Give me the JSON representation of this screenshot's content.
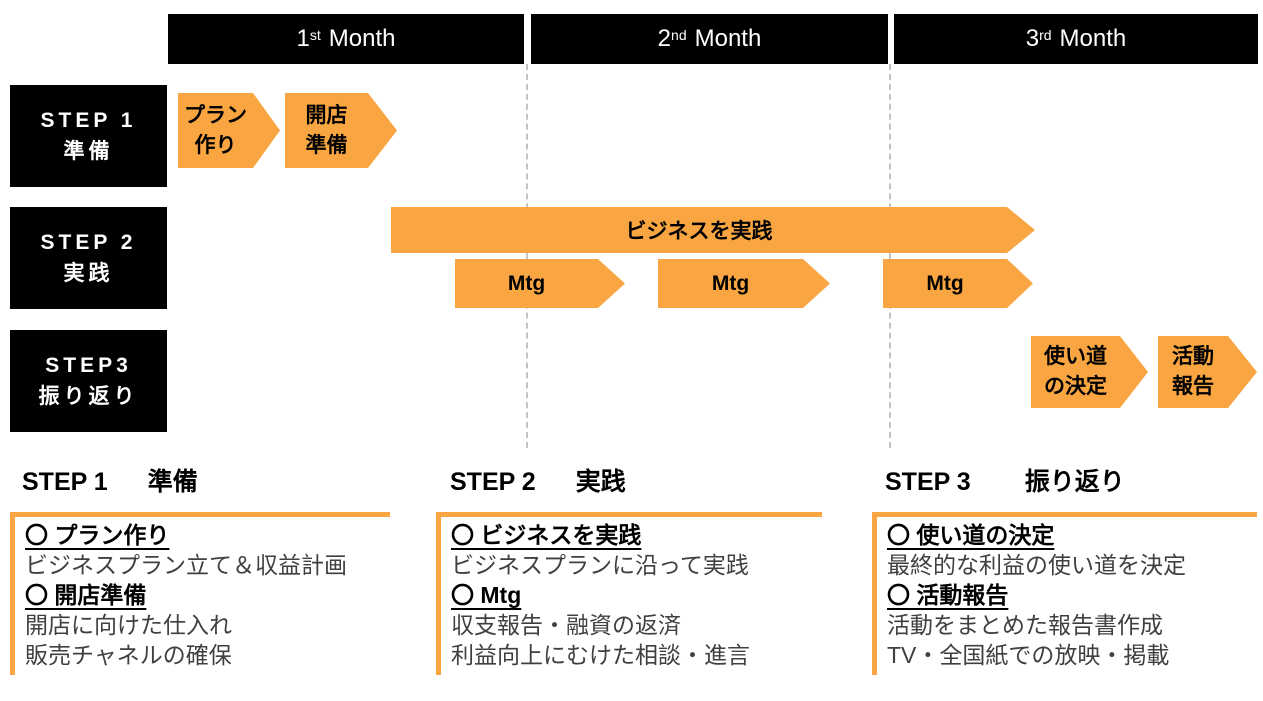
{
  "colors": {
    "accent_orange": "#F9A642",
    "header_black": "#000000",
    "body_text": "#404040",
    "divider_gray": "#C3C3C3"
  },
  "months": [
    {
      "number": "1",
      "ordinal": "st",
      "word": "Month"
    },
    {
      "number": "2",
      "ordinal": "nd",
      "word": "Month"
    },
    {
      "number": "3",
      "ordinal": "rd",
      "word": "Month"
    }
  ],
  "steps": [
    {
      "label": "STEP 1",
      "name": "準備"
    },
    {
      "label": "STEP 2",
      "name": "実践"
    },
    {
      "label": "STEP3",
      "name": "振り返り"
    }
  ],
  "gantt": {
    "step1_arrows": [
      {
        "line1": "プラン",
        "line2": "作り"
      },
      {
        "line1": "開店",
        "line2": "準備"
      }
    ],
    "step2_bar": "ビジネスを実践",
    "mtg_labels": [
      "Mtg",
      "Mtg",
      "Mtg"
    ],
    "step3_arrows": [
      {
        "line1": "使い道",
        "line2": "の決定"
      },
      {
        "line1": "活動",
        "line2": "報告"
      }
    ]
  },
  "details": [
    {
      "label": "STEP 1",
      "name": "準備",
      "items": [
        {
          "heading": "〇 プラン作り",
          "lines": [
            "ビジネスプラン立て＆収益計画"
          ]
        },
        {
          "heading": "〇 開店準備",
          "lines": [
            "開店に向けた仕入れ",
            "販売チャネルの確保"
          ]
        }
      ]
    },
    {
      "label": "STEP 2",
      "name": "実践",
      "items": [
        {
          "heading": "〇 ビジネスを実践",
          "lines": [
            "ビジネスプランに沿って実践"
          ]
        },
        {
          "heading": "〇 Mtg",
          "lines": [
            "収支報告・融資の返済",
            "利益向上にむけた相談・進言"
          ]
        }
      ]
    },
    {
      "label": "STEP 3",
      "name": "振り返り",
      "items": [
        {
          "heading": "〇 使い道の決定",
          "lines": [
            "最終的な利益の使い道を決定"
          ]
        },
        {
          "heading": "〇 活動報告",
          "lines": [
            "活動をまとめた報告書作成",
            "TV・全国紙での放映・掲載"
          ]
        }
      ]
    }
  ]
}
